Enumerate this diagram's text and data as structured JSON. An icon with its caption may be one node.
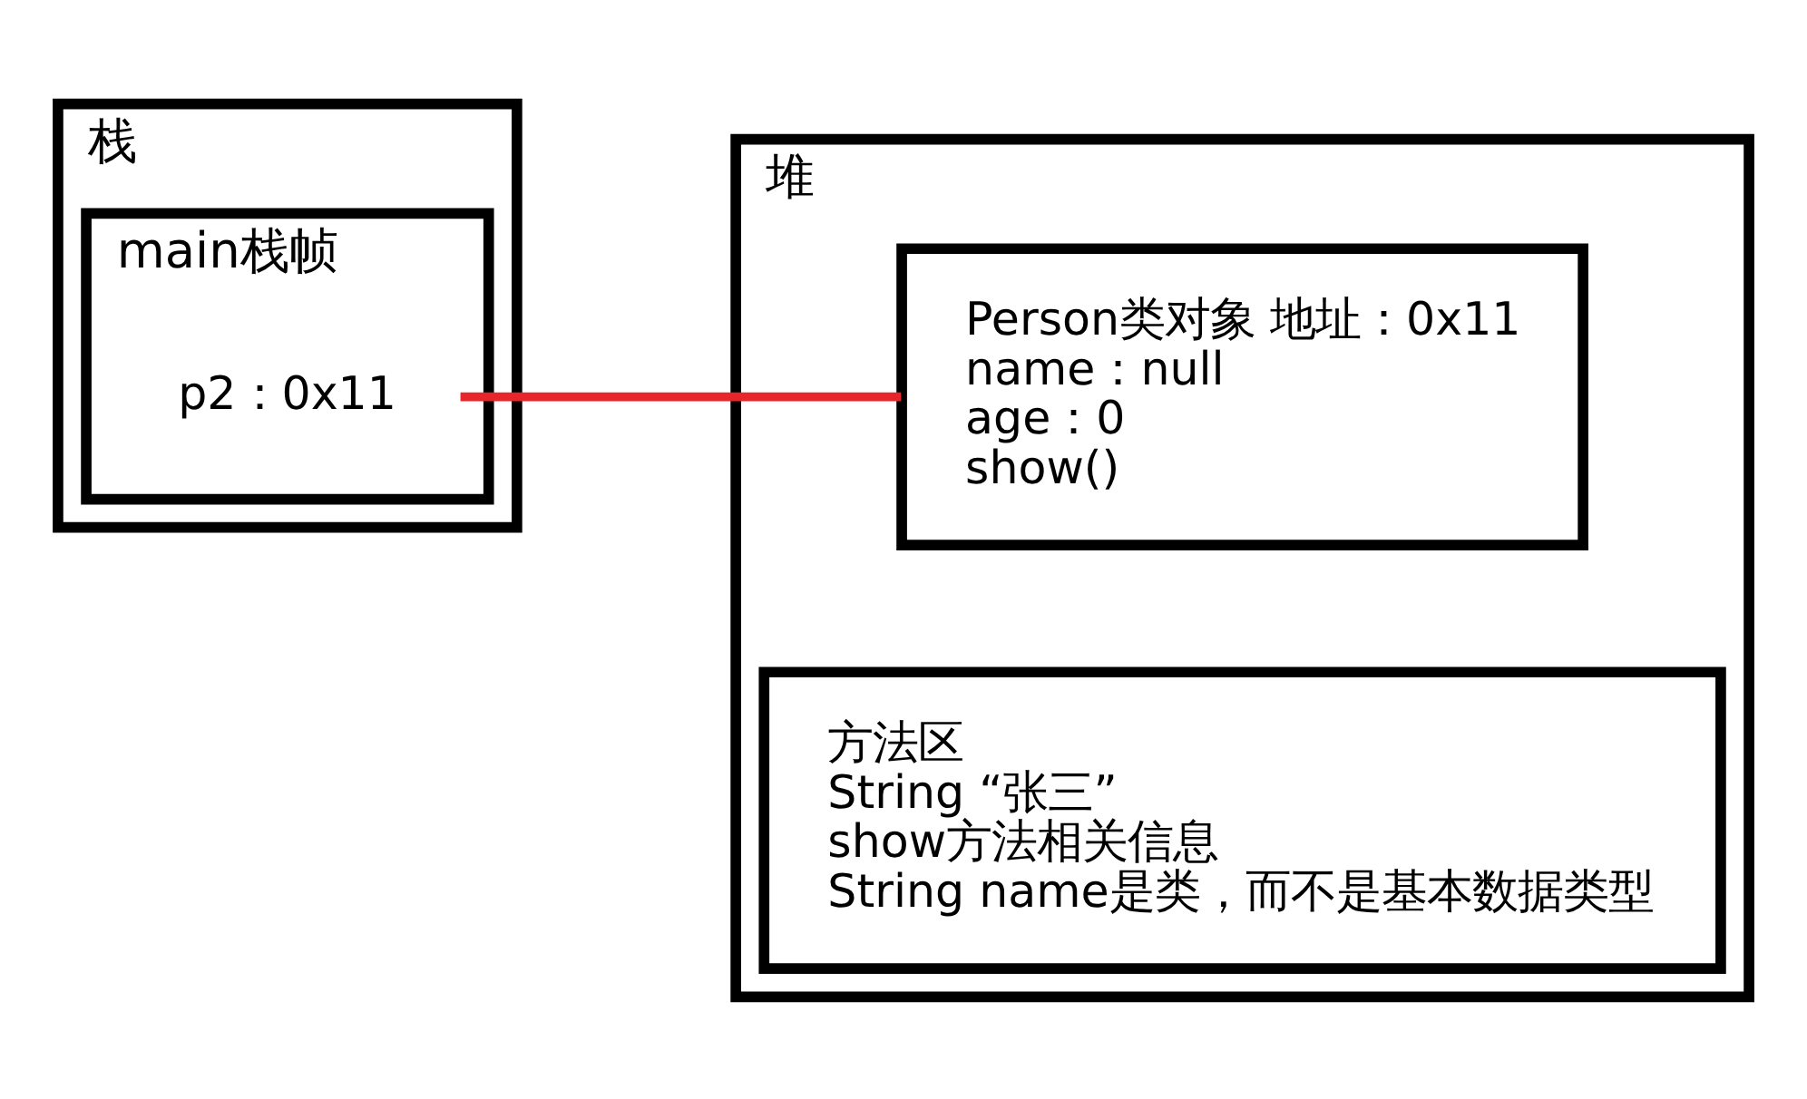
{
  "diagram": {
    "nodes": [
      {
        "text": [
          "栈"
        ]
      },
      {
        "text": [
          "main栈帧"
        ],
        "in": 0
      },
      {
        "text": [
          "p2：0x11"
        ],
        "in": 1
      },
      {
        "text": [
          "堆"
        ]
      },
      {
        "text": [
          "Person类对象 地址：0x11",
          "name：null",
          "age：0",
          "show()"
        ],
        "in": 3
      },
      {
        "text": [
          "方法区",
          "String “张三”",
          "show方法相关信息",
          "String name是类，而不是基本数据类型"
        ],
        "in": 3
      }
    ],
    "edges": [
      {
        "from": 2,
        "to": 4,
        "arrow": "none",
        "color": "#e8252b"
      }
    ]
  }
}
